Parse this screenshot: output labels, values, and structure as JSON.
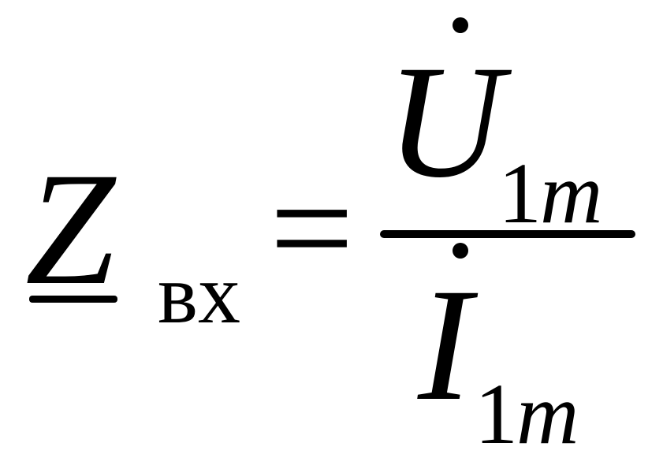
{
  "formula": {
    "lhs": {
      "symbol": "Z",
      "subscript": "вх"
    },
    "operator": "=",
    "numerator": {
      "symbol": "U",
      "subscript_digit": "1",
      "subscript_letter": "m"
    },
    "denominator": {
      "symbol": "I",
      "subscript_digit": "1",
      "subscript_letter": "m"
    }
  }
}
